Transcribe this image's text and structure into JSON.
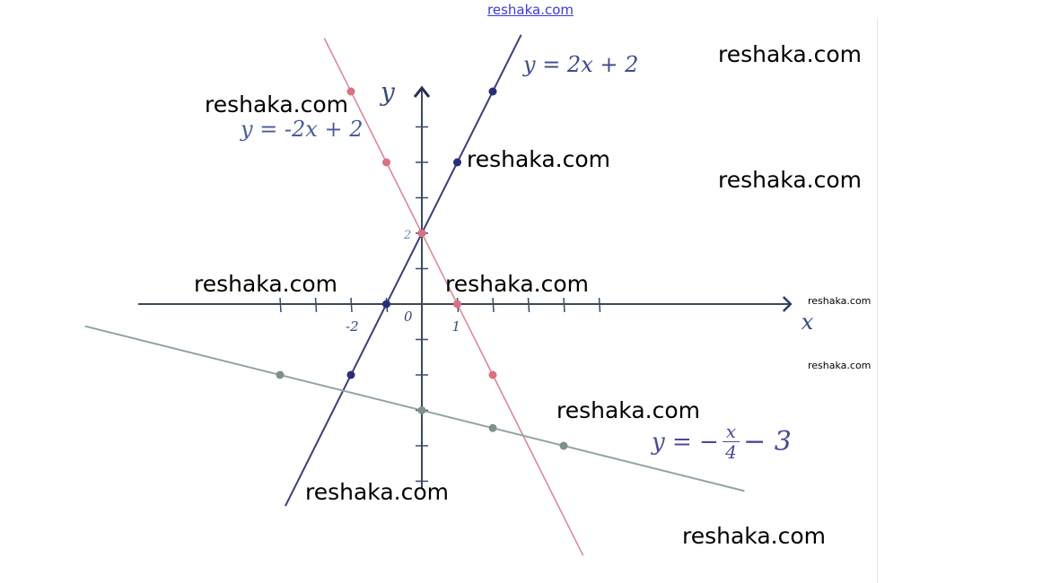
{
  "chart_data": {
    "type": "line",
    "title": "",
    "xlabel": "x",
    "ylabel": "y",
    "xlim": [
      -8,
      10.4
    ],
    "ylim": [
      -5.2,
      6.1
    ],
    "grid": false,
    "tick_labels": {
      "x": [
        "-2",
        "1"
      ],
      "y": [
        "2"
      ],
      "origin": "0"
    },
    "x_ticks": [
      -4,
      -3,
      -2,
      -1,
      1,
      2,
      3,
      4,
      5
    ],
    "y_ticks": [
      -5,
      -4,
      -3,
      -2,
      -1,
      1,
      2,
      3,
      4,
      5
    ],
    "series": [
      {
        "name": "y = 2x + 2",
        "color": "#3c3f7a",
        "point_color": "#2a2d78",
        "slope": 2,
        "intercept": 2,
        "x_range": [
          -3.85,
          2.8
        ],
        "points": [
          [
            -2,
            -2
          ],
          [
            -1,
            0
          ],
          [
            0,
            2
          ],
          [
            1,
            4
          ],
          [
            2,
            6
          ]
        ]
      },
      {
        "name": "y = -2x + 2",
        "color": "#d98a98",
        "point_color": "#d9707f",
        "slope": -2,
        "intercept": 2,
        "x_range": [
          -2.75,
          4.55
        ],
        "points": [
          [
            -2,
            6
          ],
          [
            -1,
            4
          ],
          [
            0,
            2
          ],
          [
            1,
            0
          ],
          [
            2,
            -2
          ]
        ]
      },
      {
        "name": "y = -x/4 - 3",
        "color": "#8fa5a0",
        "point_color": "#7f8f8a",
        "slope": -0.25,
        "intercept": -3,
        "x_range": [
          -9.5,
          9.1
        ],
        "points": [
          [
            -4,
            -2
          ],
          [
            0,
            -3
          ],
          [
            2,
            -3.5
          ],
          [
            4,
            -4
          ]
        ]
      }
    ]
  },
  "labels": {
    "eq1": "y = 2x + 2",
    "eq2": "y = -2x + 2",
    "eq3_lhs": "y = −",
    "eq3_num": "x",
    "eq3_den": "4",
    "eq3_rhs": "− 3"
  },
  "watermark": "reshaka.com"
}
